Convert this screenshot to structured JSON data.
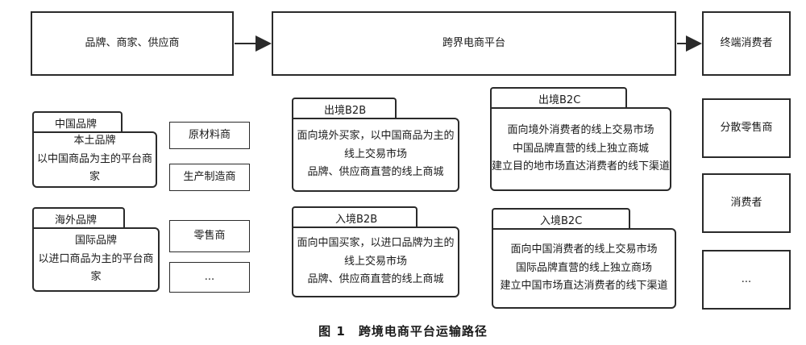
{
  "top": {
    "left_box": "品牌、商家、供应商",
    "center_box": "跨界电商平台",
    "right_box": "终端消费者"
  },
  "china_brand": {
    "tab": "中国品牌",
    "line1": "本土品牌",
    "line2": "以中国商品为主的平台商家"
  },
  "overseas_brand": {
    "tab": "海外品牌",
    "line1": "国际品牌",
    "line2": "以进口商品为主的平台商家"
  },
  "suppliers": {
    "raw_material": "原材料商",
    "manufacturer": "生产制造商",
    "retailer": "零售商",
    "ellipsis": "..."
  },
  "export_b2b": {
    "tab": "出境B2B",
    "line1": "面向境外买家，以中国商品为主的",
    "line2": "线上交易市场",
    "line3": "品牌、供应商直营的线上商城"
  },
  "import_b2b": {
    "tab": "入境B2B",
    "line1": "面向中国买家，以进口品牌为主的",
    "line2": "线上交易市场",
    "line3": "品牌、供应商直营的线上商城"
  },
  "export_b2c": {
    "tab": "出境B2C",
    "line1": "面向境外消费者的线上交易市场",
    "line2": "中国品牌直营的线上独立商城",
    "line3": "建立目的地市场直达消费者的线下渠道"
  },
  "import_b2c": {
    "tab": "入境B2C",
    "line1": "面向中国消费者的线上交易市场",
    "line2": "国际品牌直营的线上独立商场",
    "line3": "建立中国市场直达消费者的线下渠道"
  },
  "consumers": {
    "retail": "分散零售商",
    "consumer": "消费者",
    "ellipsis": "..."
  },
  "caption": "图 1　跨境电商平台运输路径"
}
